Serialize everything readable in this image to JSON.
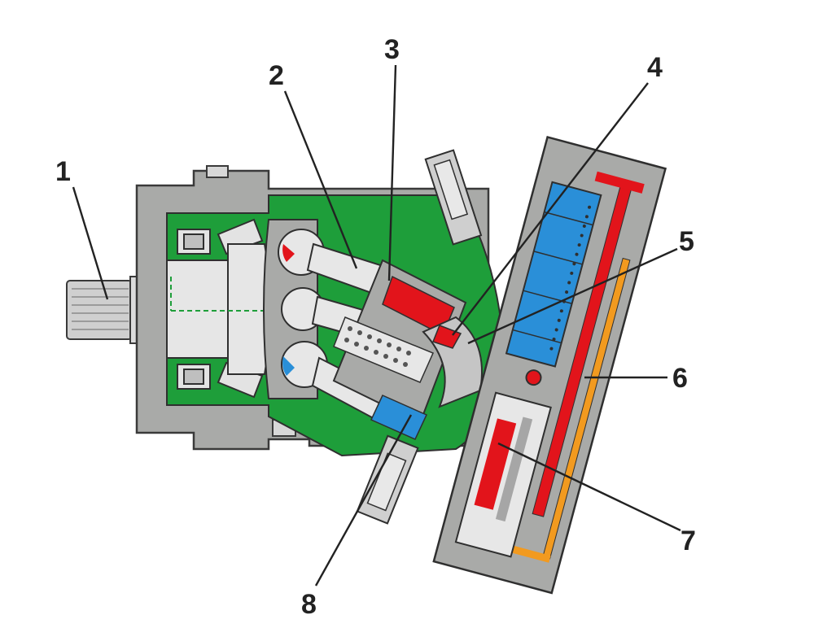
{
  "colors": {
    "housing": "#a9aaa8",
    "housing_dark": "#8c8d8b",
    "oil": "#1e9e3a",
    "high_pressure": "#e2141b",
    "low_pressure": "#2a8fd8",
    "control_oil": "#f29a1f",
    "piston": "#e7e7e7",
    "outline": "#3a3a3a",
    "label": "#222222"
  },
  "callouts": [
    {
      "id": "1",
      "text": "1"
    },
    {
      "id": "2",
      "text": "2"
    },
    {
      "id": "3",
      "text": "3"
    },
    {
      "id": "4",
      "text": "4"
    },
    {
      "id": "5",
      "text": "5"
    },
    {
      "id": "6",
      "text": "6"
    },
    {
      "id": "7",
      "text": "7"
    },
    {
      "id": "8",
      "text": "8"
    }
  ]
}
